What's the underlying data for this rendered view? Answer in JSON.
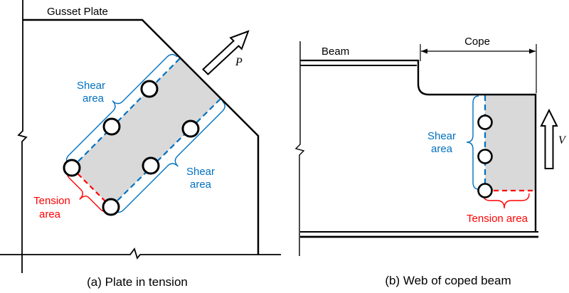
{
  "colors": {
    "shear_blue": "#0070C0",
    "tension_red": "#FF0000",
    "area_gray": "#D9D9D9",
    "line_black": "#000000"
  },
  "panel_a": {
    "plate_label": "Gusset Plate",
    "shear_upper_line1": "Shear",
    "shear_upper_line2": "area",
    "shear_lower_line1": "Shear",
    "shear_lower_line2": "area",
    "tension_line1": "Tension",
    "tension_line2": "area",
    "force_label": "P",
    "caption": "(a) Plate in tension",
    "bolt_count": 6
  },
  "panel_b": {
    "beam_label": "Beam",
    "cope_label": "Cope",
    "shear_line1": "Shear",
    "shear_line2": "area",
    "tension_label": "Tension area",
    "force_label": "V",
    "caption": "(b) Web of coped beam",
    "bolt_count": 3
  }
}
